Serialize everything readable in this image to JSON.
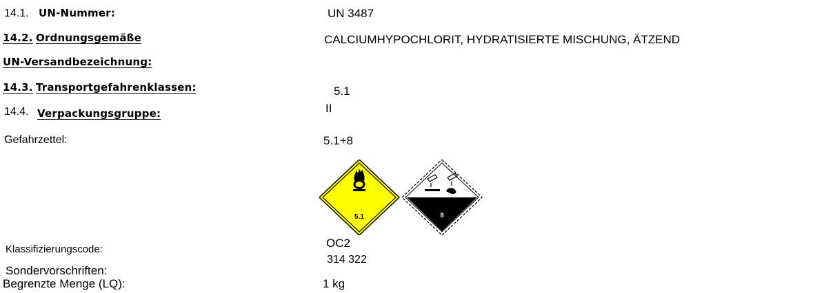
{
  "sections": [
    {
      "number": "14.1.",
      "title": "UN-Nummer:",
      "value": "UN 3487"
    },
    {
      "number": "14.2.",
      "title_line1": "Ordnungsgemäße",
      "title_line2": "UN-Versandbezeichnung:",
      "value": "CALCIUMHYPOCHLORIT, HYDRATISIERTE MISCHUNG, ÄTZEND"
    },
    {
      "number": "14.3.",
      "title": "Transportgefahrenklassen:",
      "value": "5.1"
    },
    {
      "number": "14.4.",
      "title": "Verpackungsgruppe:",
      "value": "II"
    }
  ],
  "details": [
    {
      "label": "Gefahrzettel:",
      "value": "5.1+8"
    },
    {
      "label": "Klassifizierungscode:",
      "value": "OC2"
    },
    {
      "label": "Sondervorschriften:",
      "value": "314 322"
    },
    {
      "label": "Begrenzte Menge (LQ):",
      "value": "1 kg"
    }
  ],
  "hazard_labels": [
    {
      "name": "oxidizing",
      "class_number": "5.1",
      "color": "#ffff00"
    },
    {
      "name": "corrosive",
      "class_number": "8",
      "color": "#000000"
    }
  ]
}
